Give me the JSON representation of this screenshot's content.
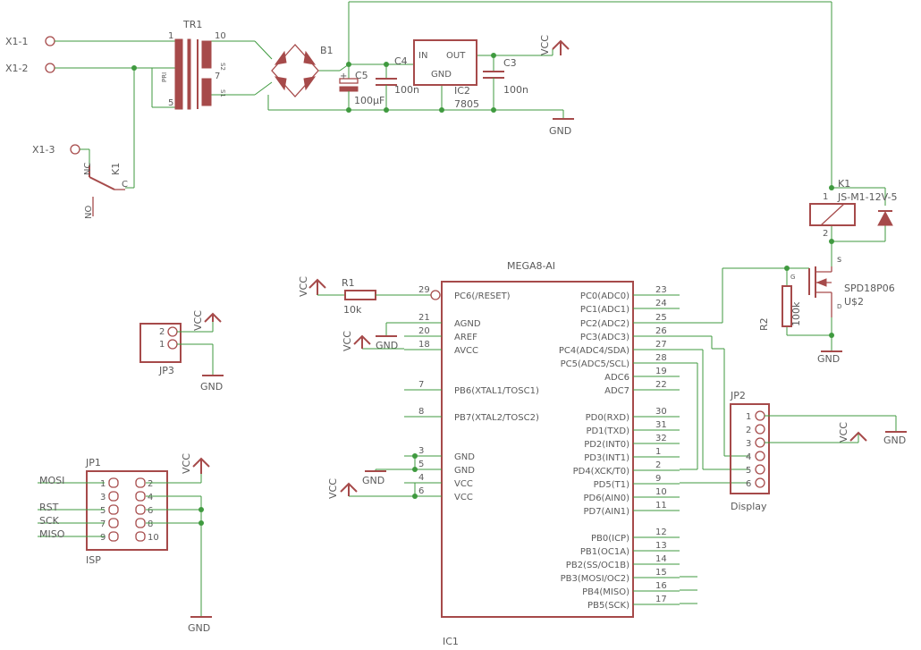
{
  "connectors": {
    "x1_1": "X1-1",
    "x1_2": "X1-2",
    "x1_3": "X1-3"
  },
  "transformer": {
    "name": "TR1",
    "pin1": "1",
    "pin5": "5",
    "pin10": "10",
    "pin7": "7",
    "pri": "PRI",
    "s2": "S2",
    "s1": "S1"
  },
  "relay_contact": {
    "nc": "NC",
    "no": "NO",
    "c": "C",
    "name": "K1"
  },
  "bridge": {
    "name": "B1"
  },
  "caps": {
    "c5": "C5",
    "c5_val": "100µF",
    "c4": "C4",
    "c4_val": "100n",
    "c3": "C3",
    "c3_val": "100n",
    "plus": "+"
  },
  "regulator": {
    "name": "IC2",
    "value": "7805",
    "in": "IN",
    "out": "OUT",
    "gnd": "GND"
  },
  "supply": {
    "vcc": "VCC",
    "gnd": "GND"
  },
  "relay_coil": {
    "name": "K1",
    "part": "JS-M1-12V-5",
    "pin1": "1",
    "pin2": "2"
  },
  "mosfet": {
    "part": "SPD18P06",
    "name": "U$2",
    "g": "G",
    "s": "s",
    "d": "D"
  },
  "r2": {
    "name": "R2",
    "value": "100k"
  },
  "r1": {
    "name": "R1",
    "value": "10k"
  },
  "mcu": {
    "part": "MEGA8-AI",
    "name": "IC1",
    "left_pins": [
      {
        "num": "29",
        "name": "PC6(/RESET)"
      },
      {
        "num": "21",
        "name": "AGND"
      },
      {
        "num": "20",
        "name": "AREF"
      },
      {
        "num": "18",
        "name": "AVCC"
      },
      {
        "num": "7",
        "name": "PB6(XTAL1/TOSC1)"
      },
      {
        "num": "8",
        "name": "PB7(XTAL2/TOSC2)"
      },
      {
        "num": "3",
        "name": "GND"
      },
      {
        "num": "5",
        "name": "GND"
      },
      {
        "num": "4",
        "name": "VCC"
      },
      {
        "num": "6",
        "name": "VCC"
      }
    ],
    "right_pins": [
      {
        "num": "23",
        "name": "PC0(ADC0)"
      },
      {
        "num": "24",
        "name": "PC1(ADC1)"
      },
      {
        "num": "25",
        "name": "PC2(ADC2)"
      },
      {
        "num": "26",
        "name": "PC3(ADC3)"
      },
      {
        "num": "27",
        "name": "PC4(ADC4/SDA)"
      },
      {
        "num": "28",
        "name": "PC5(ADC5/SCL)"
      },
      {
        "num": "19",
        "name": "ADC6"
      },
      {
        "num": "22",
        "name": "ADC7"
      },
      {
        "num": "30",
        "name": "PD0(RXD)"
      },
      {
        "num": "31",
        "name": "PD1(TXD)"
      },
      {
        "num": "32",
        "name": "PD2(INT0)"
      },
      {
        "num": "1",
        "name": "PD3(INT1)"
      },
      {
        "num": "2",
        "name": "PD4(XCK/T0)"
      },
      {
        "num": "9",
        "name": "PD5(T1)"
      },
      {
        "num": "10",
        "name": "PD6(AIN0)"
      },
      {
        "num": "11",
        "name": "PD7(AIN1)"
      },
      {
        "num": "12",
        "name": "PB0(ICP)"
      },
      {
        "num": "13",
        "name": "PB1(OC1A)"
      },
      {
        "num": "14",
        "name": "PB2(SS/OC1B)"
      },
      {
        "num": "15",
        "name": "PB3(MOSI/OC2)"
      },
      {
        "num": "16",
        "name": "PB4(MISO)"
      },
      {
        "num": "17",
        "name": "PB5(SCK)"
      }
    ]
  },
  "jp3": {
    "name": "JP3",
    "pins": [
      "2",
      "1"
    ]
  },
  "jp2": {
    "name": "JP2",
    "label": "Display",
    "pins": [
      "1",
      "2",
      "3",
      "4",
      "5",
      "6"
    ]
  },
  "jp1": {
    "name": "JP1",
    "label": "ISP",
    "left_pins": [
      "1",
      "3",
      "5",
      "7",
      "9"
    ],
    "right_pins": [
      "2",
      "4",
      "6",
      "8",
      "10"
    ],
    "signals": {
      "mosi": "MOSI",
      "rst": "RST",
      "sck": "SCK",
      "miso": "MISO"
    }
  },
  "colors": {
    "wire": "#3f9a3f",
    "symbol": "#a64a4a",
    "text": "#5a5a5a"
  }
}
